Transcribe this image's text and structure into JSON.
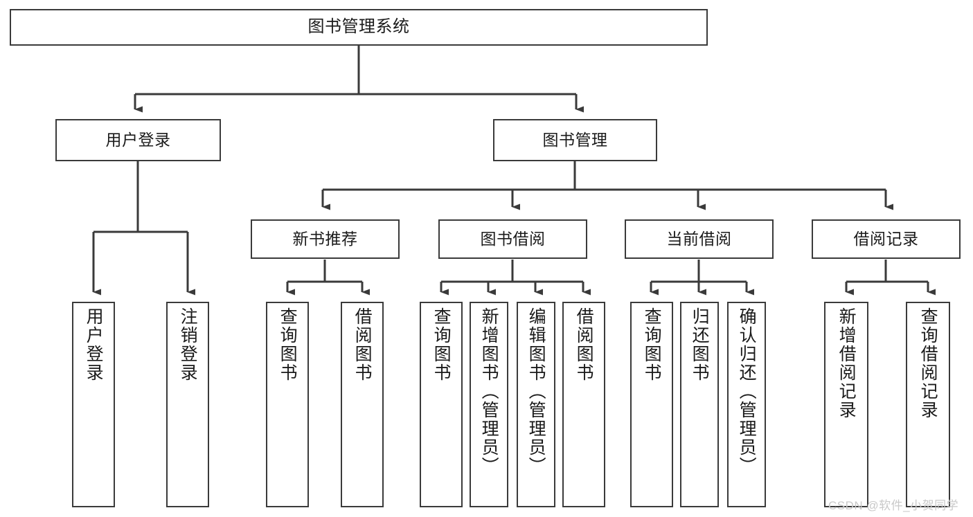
{
  "diagram": {
    "type": "tree",
    "title": "图书管理系统",
    "watermark": "CSDN @软件_小贺同学",
    "colors": {
      "box_border": "#3a3a3a",
      "box_fill": "#ffffff",
      "edge": "#3a3a3a",
      "text": "#1a1a1a",
      "watermark": "#c9c9c9"
    },
    "levels": {
      "root": {
        "label": "图书管理系统"
      },
      "level2": [
        {
          "label": "用户登录"
        },
        {
          "label": "图书管理"
        }
      ],
      "level3": [
        {
          "label": "新书推荐"
        },
        {
          "label": "图书借阅"
        },
        {
          "label": "当前借阅"
        },
        {
          "label": "借阅记录"
        }
      ],
      "leaves_user_login": [
        {
          "label": "用户登录"
        },
        {
          "label": "注销登录"
        }
      ],
      "leaves_new_book": [
        {
          "label": "查询图书"
        },
        {
          "label": "借阅图书"
        }
      ],
      "leaves_borrow": [
        {
          "label": "查询图书"
        },
        {
          "label": "新增图书（管理员）"
        },
        {
          "label": "编辑图书（管理员）"
        },
        {
          "label": "借阅图书"
        }
      ],
      "leaves_current": [
        {
          "label": "查询图书"
        },
        {
          "label": "归还图书"
        },
        {
          "label": "确认归还（管理员）"
        }
      ],
      "leaves_records": [
        {
          "label": "新增借阅记录"
        },
        {
          "label": "查询借阅记录"
        }
      ]
    }
  }
}
